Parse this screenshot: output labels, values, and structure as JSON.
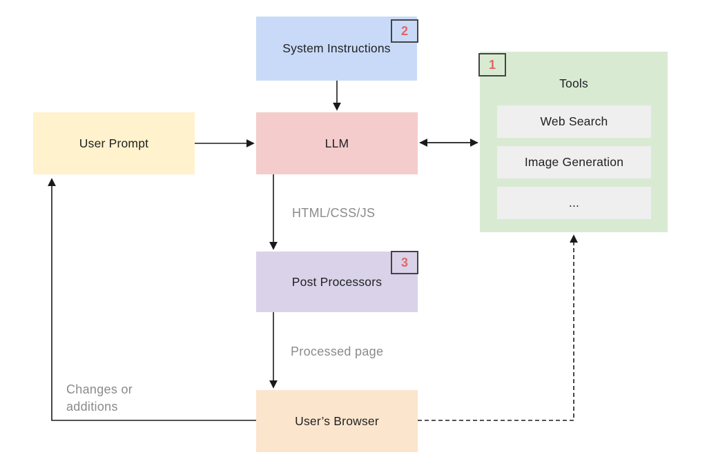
{
  "diagram": {
    "nodes": {
      "system_instructions": {
        "label": "System Instructions",
        "badge": "2",
        "fill": "#c9daf8"
      },
      "user_prompt": {
        "label": "User Prompt",
        "fill": "#fff2cc"
      },
      "llm": {
        "label": "LLM",
        "fill": "#f4cccc"
      },
      "tools": {
        "label": "Tools",
        "badge": "1",
        "fill": "#d9ead3",
        "item_fill": "#efefef",
        "items": [
          "Web Search",
          "Image Generation",
          "..."
        ]
      },
      "post_processors": {
        "label": "Post Processors",
        "badge": "3",
        "fill": "#d9d2e9"
      },
      "users_browser": {
        "label": "User’s Browser",
        "fill": "#fce5cd"
      }
    },
    "edge_labels": {
      "llm_to_post": "HTML/CSS/JS",
      "post_to_browser": "Processed page",
      "browser_to_prompt": "Changes or additions"
    },
    "colors": {
      "badge_number": "#e06666",
      "badge_border": "#434343",
      "edge": "#1a1a1a",
      "edge_label_text": "#8a8a8a",
      "node_text": "#202124",
      "background": "#ffffff"
    }
  }
}
